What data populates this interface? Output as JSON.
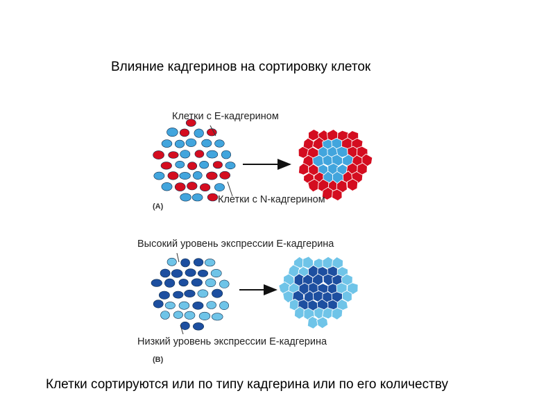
{
  "title": "Влияние кадгеринов на сортировку клеток",
  "caption": "Клетки сортируются или по типу кадгерина или по его количеству",
  "panel_a": {
    "tag": "(A)",
    "label_e": "Клетки с Е-кадгерином",
    "label_n": "Клетки с N-кадгерином",
    "colors": {
      "e_cells": "#42a5dd",
      "n_cells": "#d40d20"
    }
  },
  "panel_b": {
    "tag": "(B)",
    "label_high": "Высокий уровень экспрессии Е-кадгерина",
    "label_low": "Низкий уровень экспрессии Е-кадгерина",
    "colors": {
      "high_cells": "#1d4fa0",
      "low_cells": "#6fc4e8"
    }
  }
}
